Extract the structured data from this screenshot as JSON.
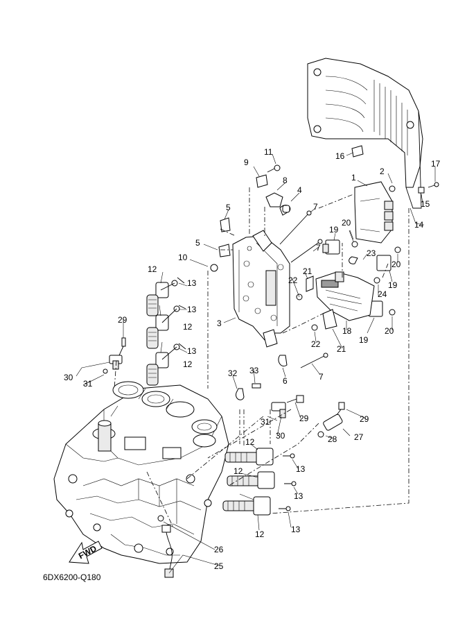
{
  "diagram": {
    "code": "6DX6200-Q180",
    "fwd_label": "FWD",
    "callouts": {
      "c1": "1",
      "c2": "2",
      "c3": "3",
      "c4": "4",
      "c5a": "5",
      "c5b": "5",
      "c6": "6",
      "c7a": "7",
      "c7b": "7",
      "c7c": "7",
      "c8": "8",
      "c9": "9",
      "c10": "10",
      "c11": "11",
      "c12a": "12",
      "c12b": "12",
      "c12c": "12",
      "c12d": "12",
      "c12e": "12",
      "c12f": "12",
      "c13a": "13",
      "c13b": "13",
      "c13c": "13",
      "c13d": "13",
      "c13e": "13",
      "c13f": "13",
      "c14": "14",
      "c15": "15",
      "c16": "16",
      "c17": "17",
      "c18": "18",
      "c19a": "19",
      "c19b": "19",
      "c19c": "19",
      "c20a": "20",
      "c20b": "20",
      "c20c": "20",
      "c21a": "21",
      "c21b": "21",
      "c22a": "22",
      "c22b": "22",
      "c23": "23",
      "c24": "24",
      "c25": "25",
      "c26": "26",
      "c27": "27",
      "c28": "28",
      "c29a": "29",
      "c29b": "29",
      "c29c": "29",
      "c30a": "30",
      "c30b": "30",
      "c31a": "31",
      "c31b": "31",
      "c32": "32",
      "c33": "33"
    }
  }
}
